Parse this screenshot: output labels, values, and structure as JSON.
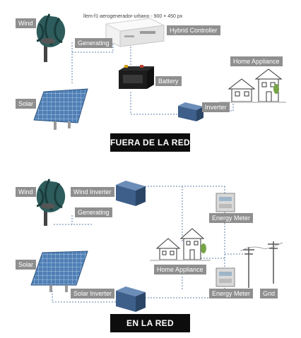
{
  "off_grid": {
    "title": "FUERA DE LA RED",
    "image_caption": "llem-f1-aerogenerador-urbano - 900 × 450 px",
    "labels": {
      "wind": "Wind",
      "generating": "Generating",
      "hybrid_controller": "Hybrid Controller",
      "battery": "Battery",
      "home_appliance": "Home Appliance",
      "solar": "Solar",
      "inverter": "Inverter"
    }
  },
  "on_grid": {
    "title": "EN LA RED",
    "labels": {
      "wind": "Wind",
      "wind_inverter": "Wind Inverter",
      "generating": "Generating",
      "energy_meter_top": "Energy Meter",
      "solar": "Solar",
      "home_appliance": "Home Appliance",
      "solar_inverter": "Solar Inverter",
      "energy_meter_bottom": "Energy Meter",
      "grid": "Grid"
    }
  },
  "colors": {
    "label_bg": "#8f8f8f",
    "banner_bg": "#0d0d0d",
    "connector": "#5b7fa8",
    "inverter_blue": "#3d5f8a",
    "turbine": "#2e5c5c",
    "solar_panel": "#4f7fb5"
  },
  "icons": [
    "wind-turbine-icon",
    "hybrid-controller-icon",
    "battery-icon",
    "house-icon",
    "solar-panel-icon",
    "inverter-icon",
    "energy-meter-icon",
    "power-pole-icon"
  ]
}
